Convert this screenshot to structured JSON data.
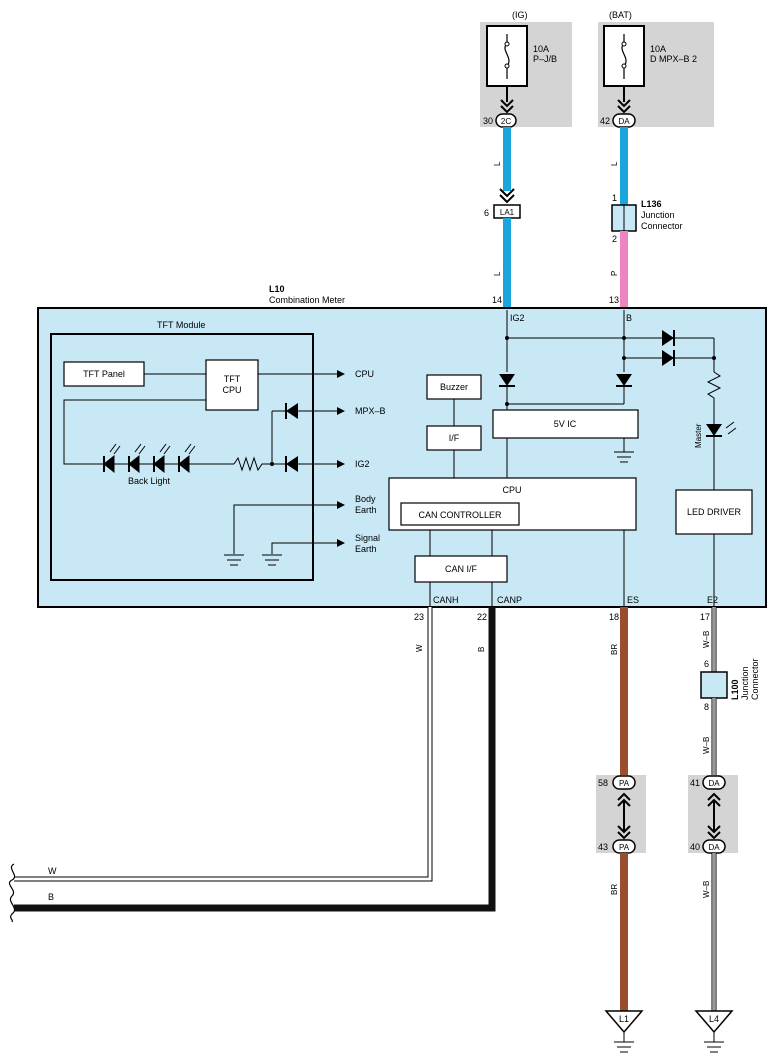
{
  "colors": {
    "panel": "#c8e8f6",
    "gray": "#d4d4d4",
    "wire_blue": "#1aa6dc",
    "wire_pink": "#ee85c2",
    "wire_brown": "#9a4e2b",
    "wire_black": "#111111"
  },
  "fuses": {
    "ig": {
      "group": "(IG)",
      "rating": "10A",
      "name": "P–J/B",
      "pin": "30",
      "conn": "2C"
    },
    "bat": {
      "group": "(BAT)",
      "rating": "10A",
      "name": "D MPX–B 2",
      "pin": "42",
      "conn": "DA"
    }
  },
  "wires": {
    "ig_upper": "L",
    "ig_lower": "L",
    "bat_upper": "L",
    "bat_lower": "P",
    "canh": "W",
    "canp": "B",
    "es": "BR",
    "es_lower": "BR",
    "e2": "W–B",
    "e2_mid": "W–B",
    "e2_lower": "W–B",
    "bottom_w": "W",
    "bottom_b": "B"
  },
  "connectors": {
    "la1": {
      "pin": "6",
      "name": "LA1"
    },
    "l136": {
      "id": "L136",
      "line1": "Junction",
      "line2": "Connector",
      "pin_top": "1",
      "pin_bottom": "2"
    },
    "l100": {
      "id": "L100",
      "line1": "Junction",
      "line2": "Connector",
      "pin_top": "6",
      "pin_bottom": "8"
    },
    "pa_top": {
      "pin": "58",
      "name": "PA"
    },
    "pa_bottom": {
      "pin": "43",
      "name": "PA"
    },
    "da_top": {
      "pin": "41",
      "name": "DA"
    },
    "da_bottom": {
      "pin": "40",
      "name": "DA"
    }
  },
  "meter": {
    "id": "L10",
    "name": "Combination Meter",
    "pins": {
      "ig2": "14",
      "b": "13",
      "canh": "23",
      "canp": "22",
      "es": "18",
      "e2": "17"
    },
    "terms": {
      "ig2": "IG2",
      "b": "B",
      "canh": "CANH",
      "canp": "CANP",
      "es": "ES",
      "e2": "E2"
    }
  },
  "tft": {
    "title": "TFT Module",
    "panel": "TFT Panel",
    "cpu_line1": "TFT",
    "cpu_line2": "CPU",
    "back_light": "Back Light",
    "out_cpu": "CPU",
    "out_mpxb": "MPX–B",
    "out_ig2": "IG2",
    "body_earth_1": "Body",
    "body_earth_2": "Earth",
    "signal_earth_1": "Signal",
    "signal_earth_2": "Earth"
  },
  "blocks": {
    "buzzer": "Buzzer",
    "if": "I/F",
    "ic5v": "5V IC",
    "cpu": "CPU",
    "can_controller": "CAN CONTROLLER",
    "can_if": "CAN I/F",
    "led_driver": "LED DRIVER",
    "master": "Master"
  },
  "grounds": {
    "l1": "L1",
    "l4": "L4"
  }
}
